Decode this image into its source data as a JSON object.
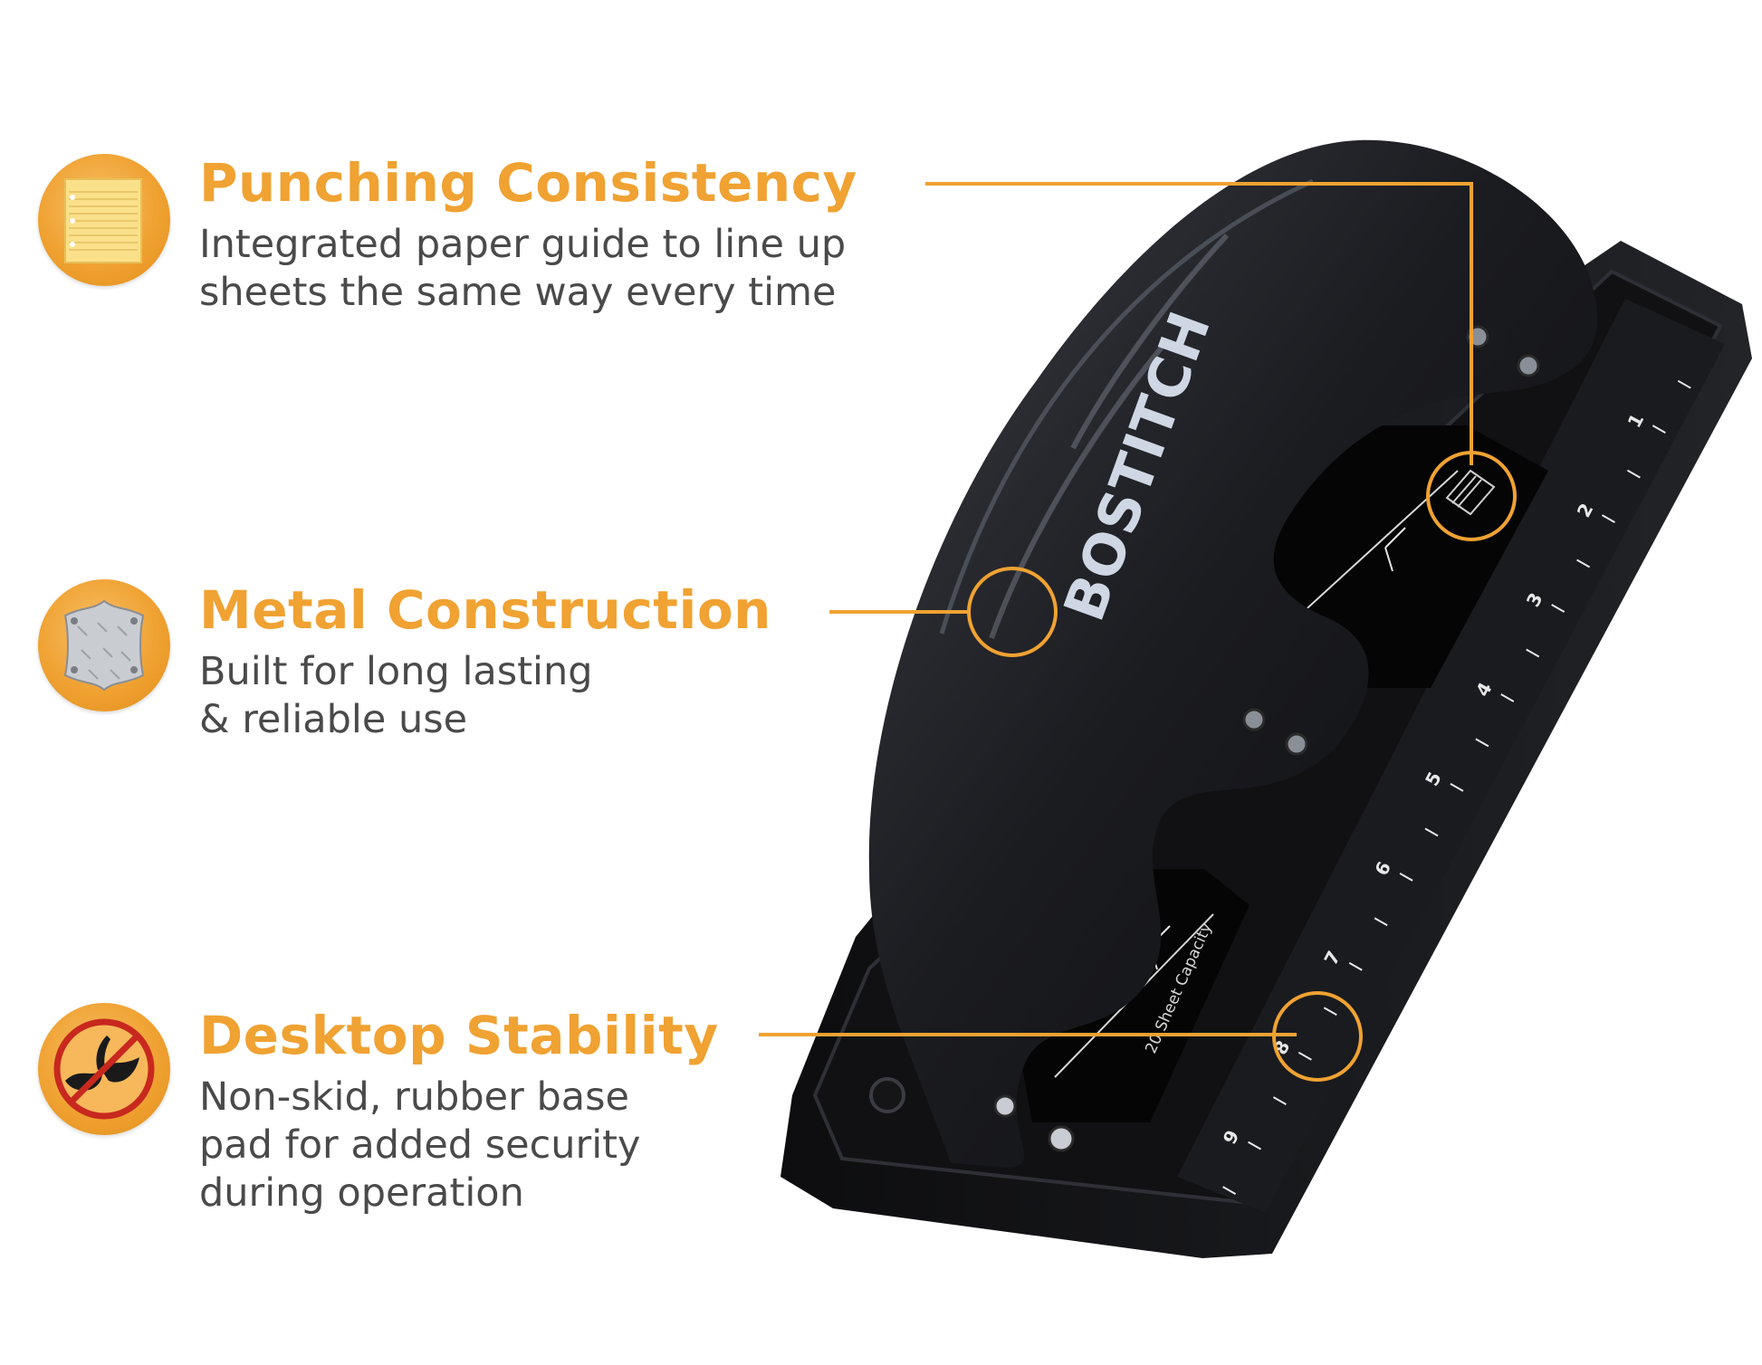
{
  "accent_color": "#f0a232",
  "text_color": "#4a4a4a",
  "product": {
    "brand": "BOSTITCH",
    "capacity_label": "20 Sheet Capacity",
    "ruler_marks": [
      "1",
      "2",
      "3",
      "4",
      "5",
      "6",
      "7",
      "8",
      "9"
    ]
  },
  "features": [
    {
      "icon": "ruled-paper-icon",
      "title": "Punching Consistency",
      "description": "Integrated paper guide to line up\nsheets the same way every time"
    },
    {
      "icon": "metal-plate-shield-icon",
      "title": "Metal Construction",
      "description": "Built for long lasting\n& reliable use"
    },
    {
      "icon": "no-slip-banana-icon",
      "title": "Desktop Stability",
      "description": "Non-skid, rubber base\npad for added security\nduring operation"
    }
  ]
}
